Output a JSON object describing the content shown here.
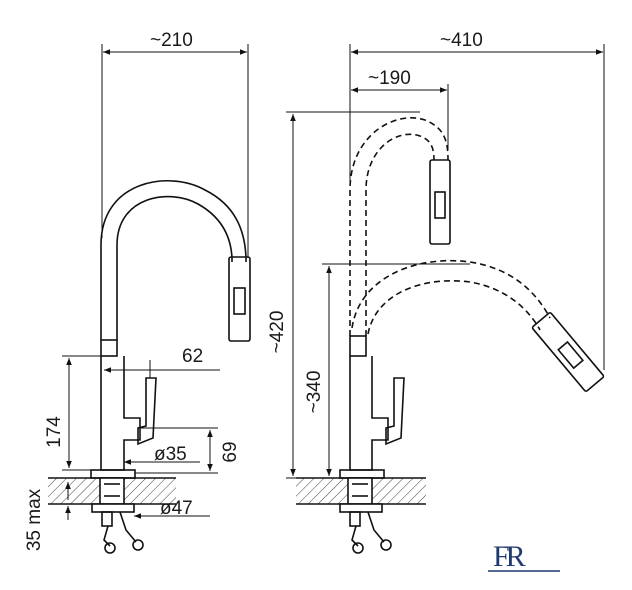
{
  "diagram": {
    "left_view": {
      "width_label": "~210",
      "lever_offset_label": "62",
      "height_label": "174",
      "base_diameter_label": "ø35",
      "base_height_label": "69",
      "shank_diameter_label": "ø47",
      "deck_thickness_label": "35 max"
    },
    "right_view": {
      "extended_width_label": "~410",
      "spout_reach_label": "~190",
      "total_height_label": "~420",
      "spout_height_label": "~340"
    },
    "logo": {
      "text": "FR",
      "color": "#1f3a6e"
    }
  }
}
